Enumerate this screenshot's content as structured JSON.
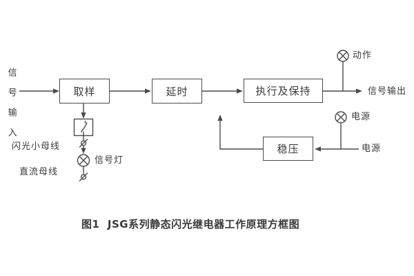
{
  "diagram": {
    "boxes": {
      "sampling": "取样",
      "delay": "延时",
      "execute_hold": "执行及保持",
      "regulator": "稳压"
    },
    "labels": {
      "input_vertical": "信号输入",
      "signal_output": "信号输出",
      "action": "动作",
      "power_indicator": "电源",
      "power_source": "电源",
      "flash_bus": "闪光小母线",
      "signal_lamp": "信号灯",
      "dc_bus": "直流母线"
    },
    "icons": {
      "action_lamp": "crossed-circle-lamp",
      "power_lamp": "crossed-circle-lamp",
      "signal_lamp": "crossed-circle-lamp",
      "terminal": "slashed-circle-terminal",
      "switch": "contact-switch"
    },
    "caption": "图1  JSG系列静态闪光继电器工作原理方框图",
    "colors": {
      "line": "#4a4a4a",
      "text": "#3a3a3a",
      "background": "#ffffff"
    }
  }
}
